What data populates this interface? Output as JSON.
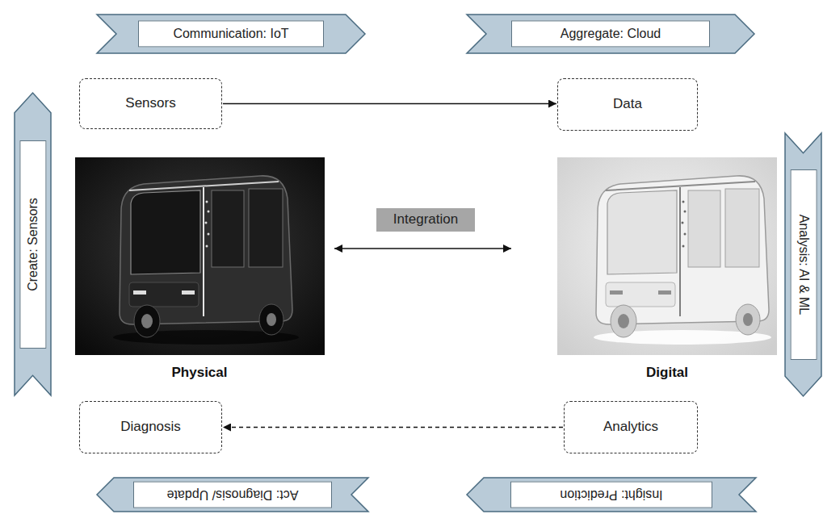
{
  "diagram": {
    "nodes": [
      {
        "text": [
          "Communication: IoT"
        ]
      },
      {
        "text": [
          "Aggregate: Cloud"
        ]
      },
      {
        "text": [
          "Sensors"
        ]
      },
      {
        "text": [
          "Data"
        ]
      },
      {
        "text": [
          "Create: Sensors"
        ]
      },
      {
        "text": [
          "Integration"
        ]
      },
      {
        "text": [
          "Analysis: AI & ML"
        ]
      },
      {
        "text": [
          "Diagnosis"
        ]
      },
      {
        "text": [
          "Analytics"
        ]
      },
      {
        "text": [
          "Act: Diagnosis/ Update"
        ]
      },
      {
        "text": [
          "Insight: Prediction"
        ]
      }
    ],
    "edges": [
      {
        "from": 2,
        "to": 3,
        "arrow": "to"
      },
      {
        "from": 8,
        "to": 7,
        "arrow": "to"
      }
    ],
    "labels": [
      "Physical",
      "Digital"
    ]
  }
}
